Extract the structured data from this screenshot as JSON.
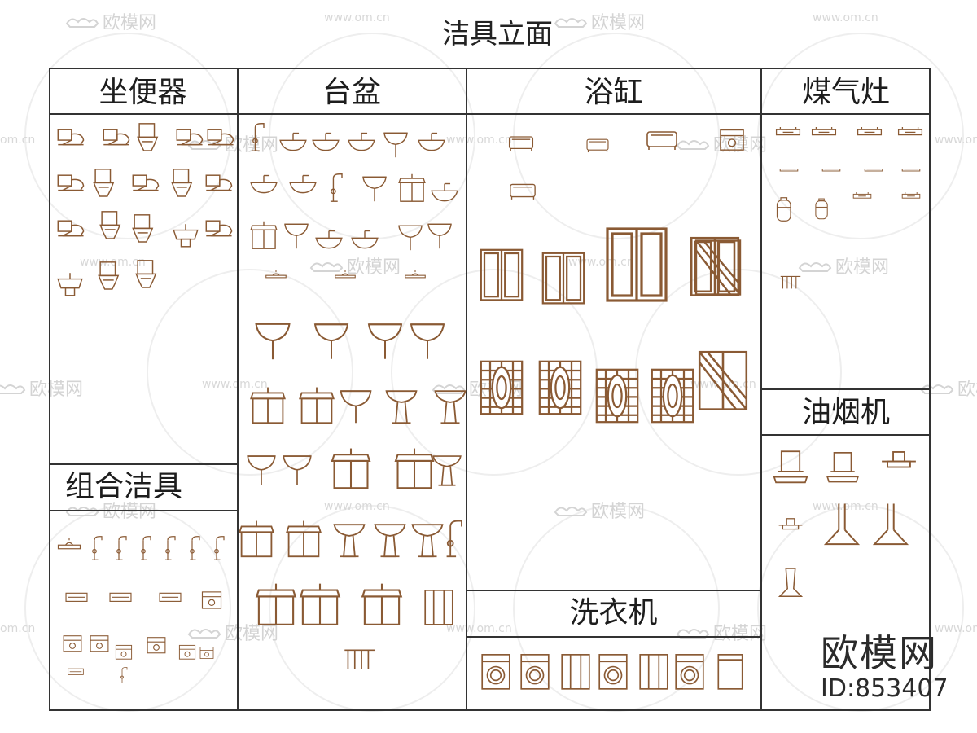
{
  "title": "洁具立面",
  "sections": {
    "toilet": "坐便器",
    "basin": "台盆",
    "bathtub": "浴缸",
    "stove": "煤气灶",
    "combo": "组合洁具",
    "hood": "油烟机",
    "washer": "洗衣机"
  },
  "watermark": {
    "logo_text": "欧模网",
    "url_text": "www.om.cn",
    "url_partial": "om.cn"
  },
  "brand": {
    "name": "欧模网",
    "id": "ID:853407"
  },
  "colors": {
    "symbol": "#8a5a34",
    "border": "#333333",
    "watermark": "#d6d6d6"
  }
}
